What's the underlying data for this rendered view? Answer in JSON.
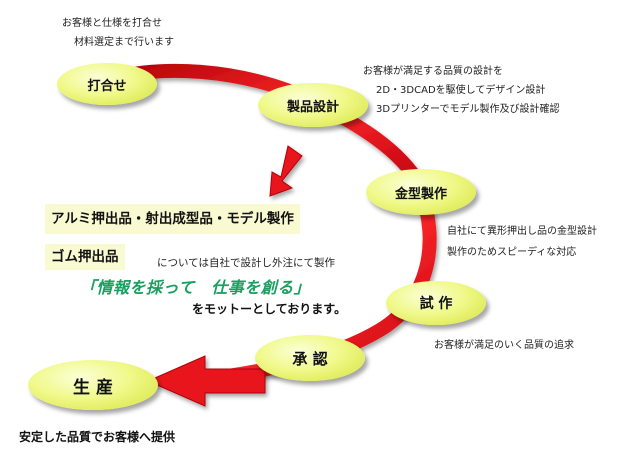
{
  "stages": {
    "meeting": "打合せ",
    "design": "製品設計",
    "mold": "金型製作",
    "trial": "試 作",
    "approval": "承 認",
    "production": "生 産"
  },
  "notes": {
    "meeting": [
      "お客様と仕様を打合せ",
      "材料選定まで行います"
    ],
    "design": [
      "お客様が満足する品質の設計を",
      "2D・3DCADを駆使してデザイン設計",
      "3Dプリンターでモデル製作及び設計確認"
    ],
    "mold": [
      "自社にて異形押出し品の金型設計",
      "製作のためスピーディな対応"
    ],
    "trial": [
      "お客様が満足のいく品質の追求"
    ]
  },
  "center": {
    "products_line1": "アルミ押出品・射出成型品・モデル製作",
    "products_line2": "ゴム押出品",
    "products_note": "については自社で設計し外注にて製作",
    "motto": "「情報を採って　仕事を創る」",
    "motto_suffix": "をモットーとしております。"
  },
  "footer": "安定した品質でお客様へ提供",
  "colors": {
    "arrow_red": "#e8141c",
    "stage_fill": "#f0f98a",
    "motto_green": "#19a060",
    "banner_bg": "#fafad2"
  }
}
